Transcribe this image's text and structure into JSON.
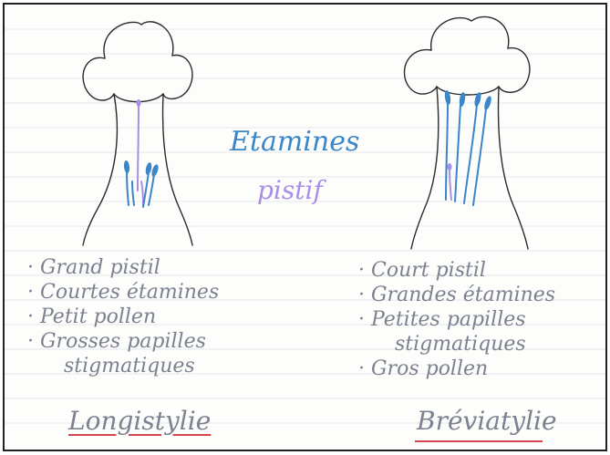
{
  "legend": {
    "stamens_label": "Etamines",
    "pistil_label": "pistif"
  },
  "left_flower": {
    "notes": [
      "· Grand pistil",
      "· Courtes étamines",
      "· Petit pollen",
      "· Grosses papilles",
      "stigmatiques"
    ],
    "type_label": "Longistylie"
  },
  "right_flower": {
    "notes": [
      "· Court pistil",
      "· Grandes étamines",
      "· Petites papilles",
      "stigmatiques",
      "· Gros pollen"
    ],
    "type_label": "Bréviatylie"
  },
  "colors": {
    "outline": "#2b2b2b",
    "stamen": "#3a86c8",
    "pistil": "#a98ee6",
    "underline": "#d2464e",
    "ruled_line": "#e4e6ea"
  }
}
